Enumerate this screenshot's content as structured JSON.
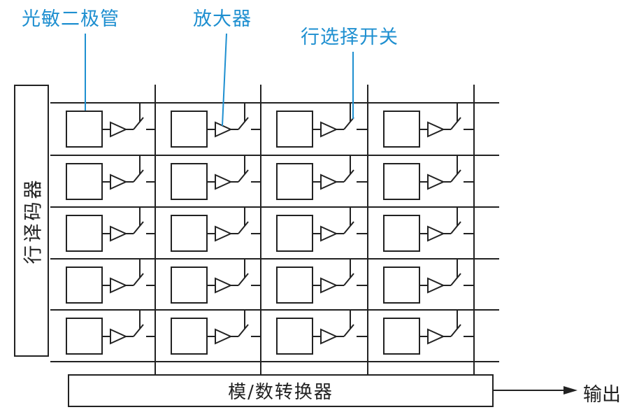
{
  "callouts": {
    "photodiode": "光敏二极管",
    "amplifier": "放大器",
    "row_switch": "行选择开关"
  },
  "row_decoder": "行译码器",
  "adc": "模/数转换器",
  "output": "输出",
  "pixel_array": {
    "rows": 5,
    "columns": 4
  },
  "colors": {
    "callout_text": "#1e8fd0",
    "callout_line": "#1e8fd0",
    "lines": "#222222"
  }
}
